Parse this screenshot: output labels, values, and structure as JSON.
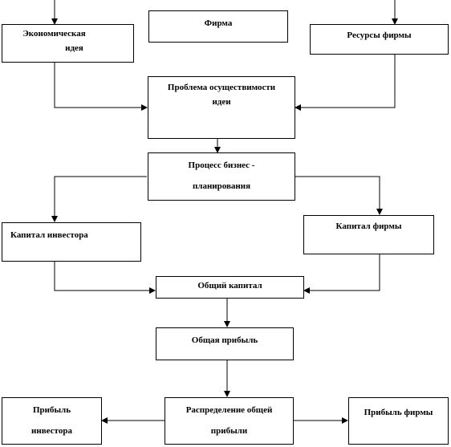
{
  "diagram": {
    "firm": [
      "Фирма"
    ],
    "economic_idea": [
      "Экономическая",
      "идея"
    ],
    "firm_resources": [
      "Ресурсы фирмы"
    ],
    "problem": [
      "Проблема осуществимости",
      "идеи"
    ],
    "business_planning": [
      "Процесс бизнес -",
      "планирования"
    ],
    "investor_capital": [
      "Капитал инвестора"
    ],
    "firm_capital": [
      "Капитал фирмы"
    ],
    "total_capital": [
      "Общий капитал"
    ],
    "total_profit": [
      "Общая прибыль"
    ],
    "investor_profit": [
      "Прибыль",
      "инвестора"
    ],
    "profit_distribution": [
      "Распределение общей",
      "прибыли"
    ],
    "firm_profit": [
      "Прибыль фирмы"
    ]
  },
  "colors": {
    "line": "#000000",
    "box_fill": "#ffffff",
    "text": "#000000"
  }
}
